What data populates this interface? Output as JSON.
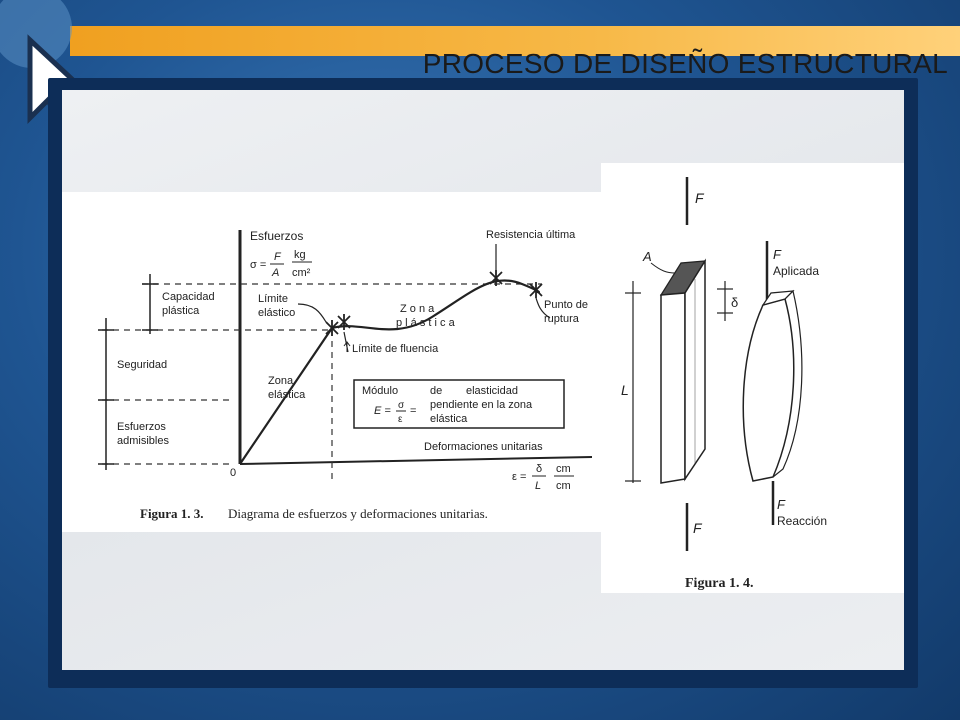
{
  "header": {
    "title": "PROCESO DE DISEÑO ESTRUCTURAL"
  },
  "figure13": {
    "y_axis_label": "Esfuerzos",
    "sigma_lhs": "σ =",
    "sigma_num": "F",
    "sigma_den": "A",
    "sigma_unit_num": "kg",
    "sigma_unit_den": "cm²",
    "capacidad_line1": "Capacidad",
    "capacidad_line2": "plástica",
    "limite_elastico_line1": "Límite",
    "limite_elastico_line2": "elástico",
    "zona_plastica_line1": "Z o n a",
    "zona_plastica_line2": "p l á s t i c a",
    "resistencia_ultima": "Resistencia última",
    "punto_ruptura_line1": "Punto de",
    "punto_ruptura_line2": "ruptura",
    "limite_fluencia": "Límite de fluencia",
    "seguridad": "Seguridad",
    "zona_elastica_line1": "Zona",
    "zona_elastica_line2": "elástica",
    "modulo_word1": "Módulo",
    "modulo_word2": "de",
    "modulo_word3": "elasticidad",
    "modulo_e_lhs": "E =",
    "modulo_e_num": "σ",
    "modulo_e_den": "ε",
    "modulo_e_eq": "=",
    "modulo_line2": "pendiente en la zona",
    "modulo_line3": "elástica",
    "esfuerzos_admisibles_line1": "Esfuerzos",
    "esfuerzos_admisibles_line2": "admisibles",
    "x_axis_label": "Deformaciones unitarias",
    "origin": "0",
    "epsilon_lhs": "ε =",
    "epsilon_num": "δ",
    "epsilon_den": "L",
    "epsilon_unit_num": "cm",
    "epsilon_unit_den": "cm",
    "caption_bold": "Figura 1. 3.",
    "caption_text": "Diagrama de esfuerzos y deformaciones unitarias."
  },
  "figure14": {
    "f_top": "F",
    "area_label": "A",
    "f_applied": "F",
    "aplicada": "Aplicada",
    "delta": "δ",
    "length": "L",
    "f_reaction": "F",
    "reaccion": "Reacción",
    "f_bottom": "F",
    "caption": "Figura 1. 4."
  },
  "colors": {
    "header_orange": "#f0a020",
    "background_blue": "#1f5592",
    "frame_navy": "#0d2d58"
  }
}
